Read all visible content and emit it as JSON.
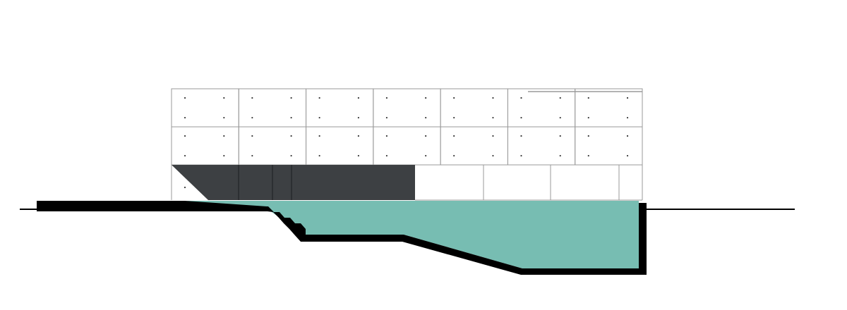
{
  "drawing": {
    "kind": "architectural-section-elevation",
    "colors": {
      "background": "#ffffff",
      "line": "#9a9a9a",
      "dark_glazing": "#3d4043",
      "water": "#77bdb2",
      "ground": "#000000",
      "form_tie_dot": "#333333"
    },
    "facade": {
      "panel_columns": 7,
      "panel_rows": 2
    }
  }
}
